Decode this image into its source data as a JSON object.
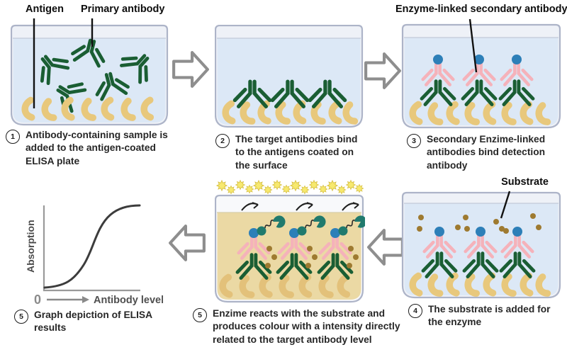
{
  "figure": {
    "description": "ELISA assay process diagram with six panels and flow arrows"
  },
  "labels": {
    "antigen": "Antigen",
    "primary_antibody": "Primary antibody",
    "enzyme_linked_secondary_antibody": "Enzyme-linked secondary antibody",
    "substrate": "Substrate"
  },
  "steps": [
    {
      "number": "1",
      "text": "Antibody-containing sample is added to the antigen-coated ELISA plate"
    },
    {
      "number": "2",
      "text": "The target antibodies bind to the antigens coated on the surface"
    },
    {
      "number": "3",
      "text": "Secondary Enzime-linked antibodies bind detection antibody"
    },
    {
      "number": "4",
      "text": "The substrate is added for the enzyme"
    },
    {
      "number": "5",
      "text": "Enzime reacts with the substrate and produces colour with a intensity directly related to the target antibody level"
    },
    {
      "number": "5",
      "text": "Graph depiction of ELISA results"
    }
  ],
  "graph": {
    "ylabel": "Absorption",
    "xlabel": "Antibody level",
    "origin_label": "0",
    "curve_shape": "sigmoid"
  },
  "colors": {
    "primary_antibody_green": "#1a5e33",
    "secondary_antibody_pink": "#f5b2ba",
    "enzyme_head_blue": "#2d7fb8",
    "enzyme_teal": "#207a6d",
    "antigen_tan": "#e8c87c",
    "substrate_brown": "#9e7a30",
    "well_liquid_blue": "#dce8f6",
    "well_headspace": "#eef1f7",
    "well_border": "#adb4c8",
    "reaction_liquid_yellow": "#ebd9a4",
    "star_yellow": "#f7e96e",
    "flow_arrow_gray": "#8e8e8e"
  }
}
